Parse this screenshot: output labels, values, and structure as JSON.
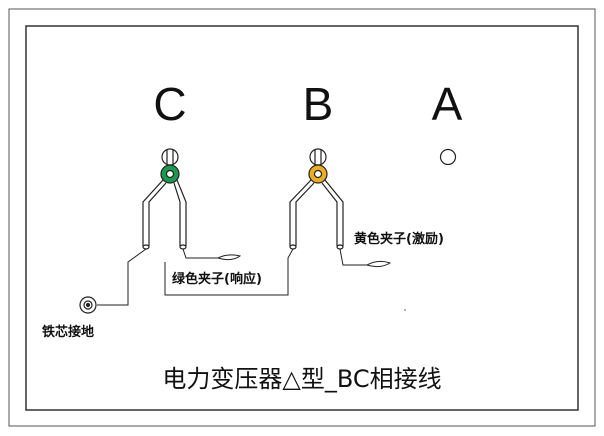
{
  "terminals": {
    "c": "C",
    "b": "B",
    "a": "A"
  },
  "labels": {
    "green_clip": "绿色夹子(响应)",
    "yellow_clip": "黄色夹子(激励)",
    "core_ground": "铁芯接地"
  },
  "title": "电力变压器△型_BC相接线",
  "colors": {
    "green_clip": "#1a9a4a",
    "yellow_clip": "#e8b020",
    "line": "#222222"
  }
}
